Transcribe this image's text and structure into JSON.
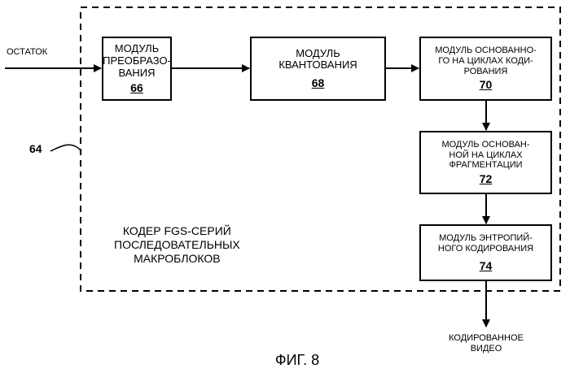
{
  "input_label": "ОСТАТОК",
  "encoder_ref": "64",
  "encoder_caption": "КОДЕР FGS-СЕРИЙ\nПОСЛЕДОВАТЕЛЬНЫХ\nМАКРОБЛОКОВ",
  "modules": {
    "transform": {
      "label": "МОДУЛЬ\nПРЕОБРАЗО-\nВАНИЯ",
      "number": "66"
    },
    "quant": {
      "label": "МОДУЛЬ\nКВАНТОВАНИЯ",
      "number": "68"
    },
    "cycle_coding": {
      "label": "МОДУЛЬ ОСНОВАННО-\nГО НА ЦИКЛАХ КОДИ-\nРОВАНИЯ",
      "number": "70"
    },
    "cycle_frag": {
      "label": "МОДУЛЬ ОСНОВАН-\nНОЙ НА ЦИКЛАХ\nФРАГМЕНТАЦИИ",
      "number": "72"
    },
    "entropy": {
      "label": "МОДУЛЬ ЭНТРОПИЙ-\nНОГО КОДИРОВАНИЯ",
      "number": "74"
    }
  },
  "output_label": "КОДИРОВАННОЕ\nВИДЕО",
  "figure_caption": "ФИГ. 8"
}
